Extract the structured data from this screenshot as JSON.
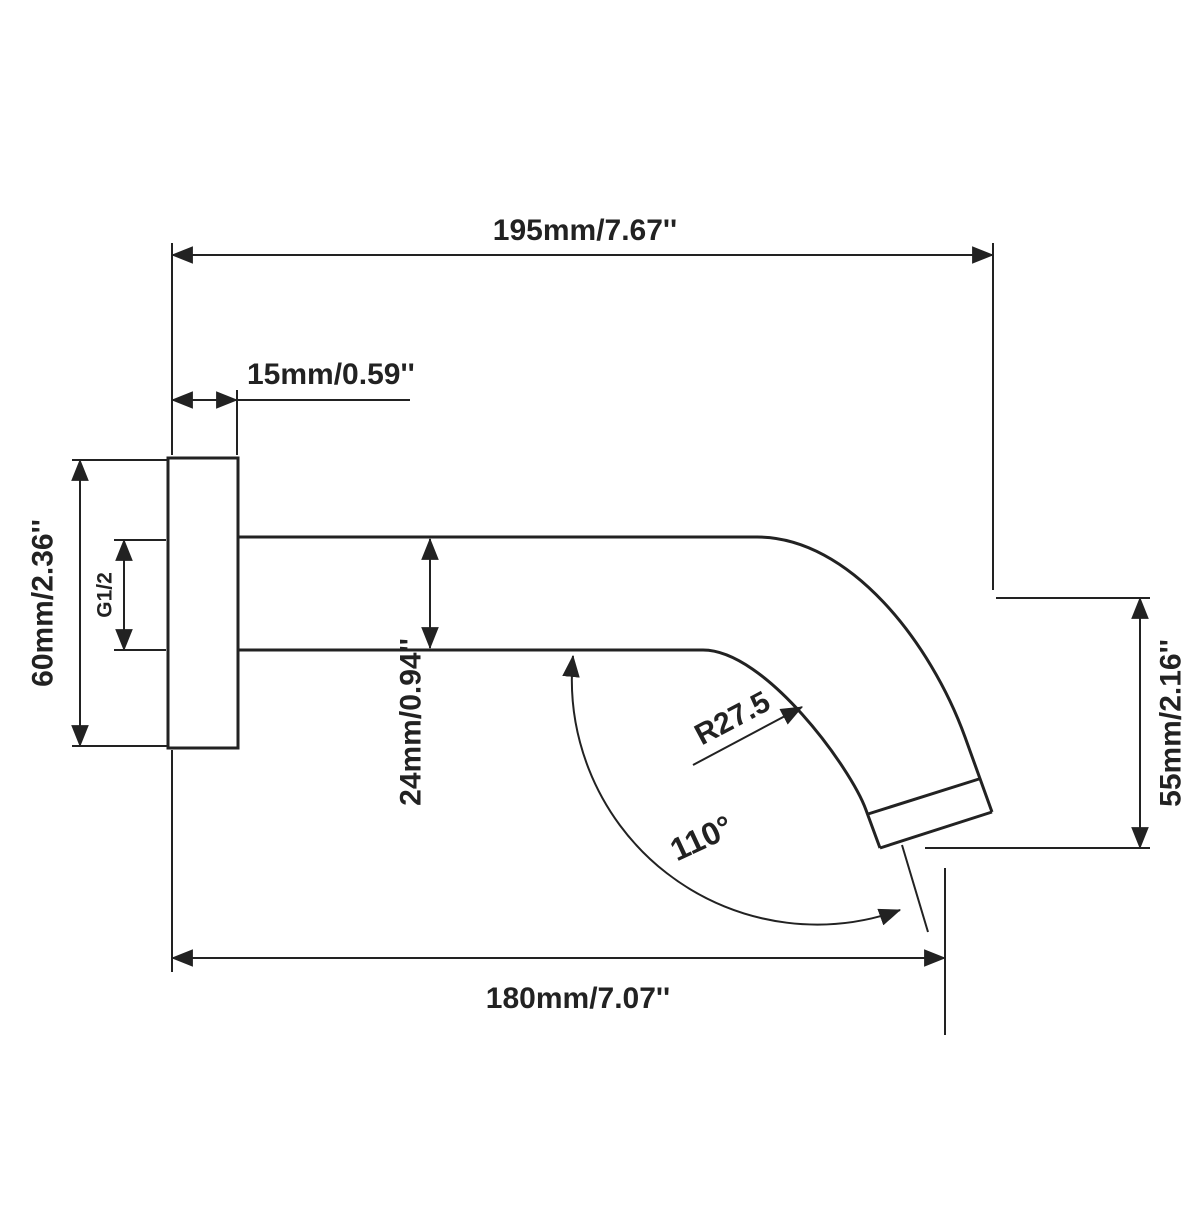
{
  "drawing": {
    "type": "technical-dimension-diagram",
    "subject": "wall-mount shower arm spout",
    "colors": {
      "line": "#222222",
      "background": "#ffffff"
    },
    "dimensions": {
      "overall_length": "195mm/7.67''",
      "flange_thickness": "15mm/0.59''",
      "flange_height": "60mm/2.36''",
      "thread_size": "G1/2",
      "pipe_diameter": "24mm/0.94''",
      "bend_radius": "R27.5",
      "spout_angle": "110°",
      "outlet_drop": "55mm/2.16''",
      "projection": "180mm/7.07''"
    }
  }
}
